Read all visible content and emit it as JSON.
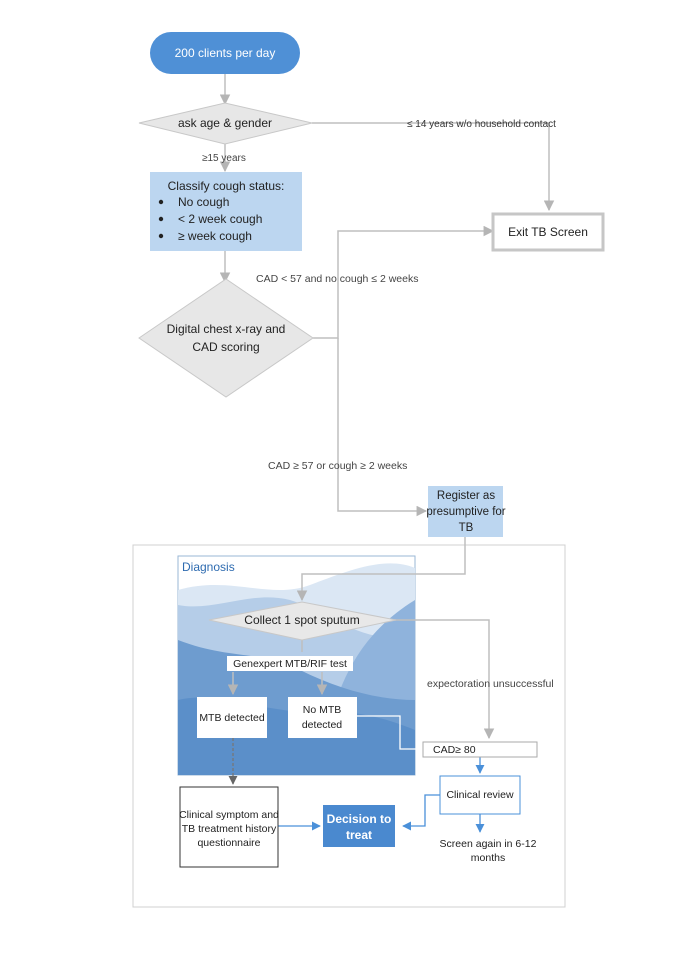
{
  "nodes": {
    "start": "200 clients per day",
    "age_gender": "ask age & gender",
    "classify_title": "Classify cough status:",
    "classify_items": [
      "No cough",
      "< 2 week cough",
      "≥ week cough"
    ],
    "xray_line1": "Digital chest x-ray and",
    "xray_line2": "CAD scoring",
    "exit": "Exit TB Screen",
    "register_line1": "Register as",
    "register_line2": "presumptive for",
    "register_line3": "TB",
    "diagnosis": "Diagnosis",
    "sputum": "Collect 1 spot sputum",
    "genexpert": "Genexpert MTB/RIF test",
    "mtb_detected": "MTB detected",
    "no_mtb_line1": "No MTB",
    "no_mtb_line2": "detected",
    "cad80": "CAD≥ 80",
    "clinical_review": "Clinical review",
    "screen_again_line1": "Screen again in 6-12",
    "screen_again_line2": "months",
    "questionnaire_line1": "Clinical symptom and",
    "questionnaire_line2": "TB treatment history",
    "questionnaire_line3": "questionnaire",
    "decision_line1": "Decision to",
    "decision_line2": "treat"
  },
  "edge_labels": {
    "age_lt14": "≤ 14 years w/o household contact",
    "age_ge15": "≥15 years",
    "cad_low": "CAD < 57 and no cough ≤ 2 weeks",
    "cad_high": "CAD ≥ 57 or cough ≥ 2 weeks",
    "expectoration": "expectoration unsuccessful"
  },
  "colors": {
    "start_fill": "#4f90d6",
    "box_fill": "#bcd6f0",
    "decision_fill": "#4a89cf",
    "arrow_gray": "#bfbfbf",
    "arrow_blue": "#4a90d9"
  }
}
